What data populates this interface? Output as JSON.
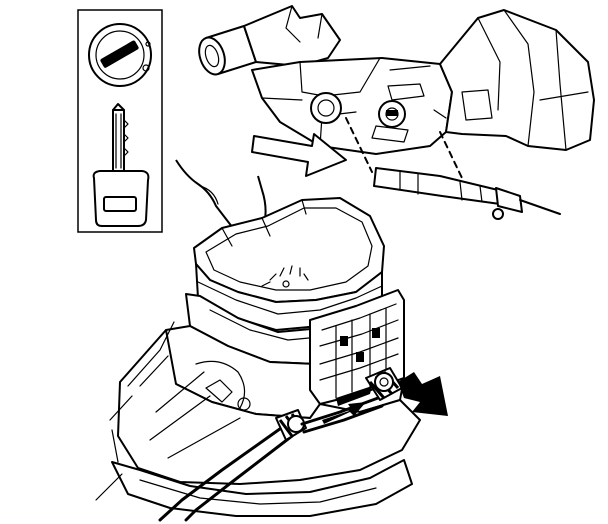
{
  "figure": {
    "has_text": false,
    "inset_panel": [
      "ignition-lock-symbol",
      "ignition-key"
    ],
    "main_subjects": [
      "steering-column-lock-assembly",
      "gear-selector-housing",
      "selector-cables"
    ],
    "arrows": [
      "column-lock-direction-arrow",
      "cable-release-arrow"
    ]
  },
  "colors": {
    "ink": "#000000",
    "paper": "#ffffff"
  }
}
